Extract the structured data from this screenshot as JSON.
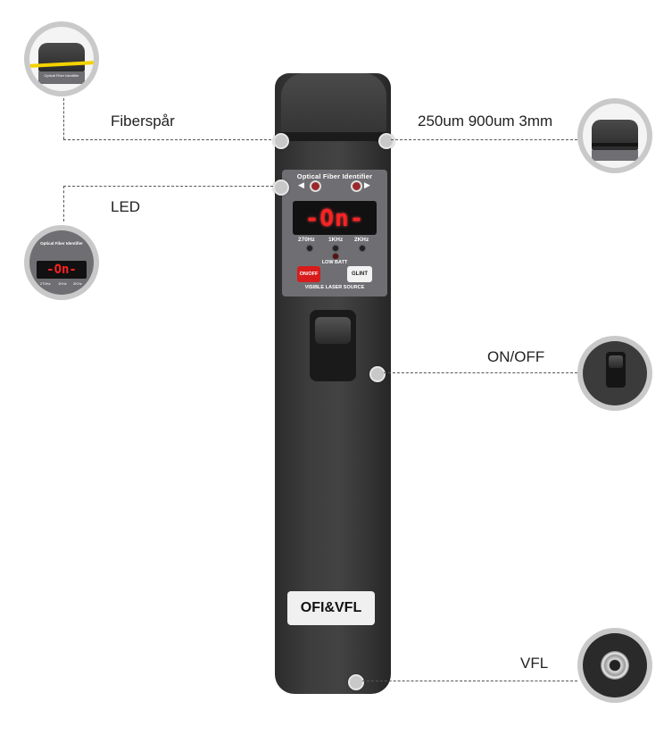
{
  "callouts": {
    "fiber_slot": "Fiberspår",
    "fiber_sizes": "250um 900um 3mm",
    "led": "LED",
    "on_off": "ON/OFF",
    "vfl": "VFL"
  },
  "device": {
    "panel_title": "Optical Fiber Identifier",
    "display_text": "-On-",
    "frequencies": [
      "270Hz",
      "1KHz",
      "2KHz"
    ],
    "low_batt": "LOW BATT",
    "on_off_button": "ON/OFF",
    "glint_button": "GLINT",
    "visible_laser_source": "VISIBLE LASER SOURCE",
    "badge": "OFI&VFL"
  },
  "zoom_thumbnails": {
    "led_display_text": "-On-",
    "led_panel_title": "Optical Fiber Identifier",
    "led_frequencies": [
      "270Hz",
      "1KHz",
      "2KHz"
    ],
    "fiber_slot_title": "Optical Fiber Identifier"
  },
  "colors": {
    "display_red": "#ff2222",
    "on_button_red": "#d81c1c",
    "fiber_yellow": "#f2d200",
    "device_body": "#3d3d3d"
  }
}
